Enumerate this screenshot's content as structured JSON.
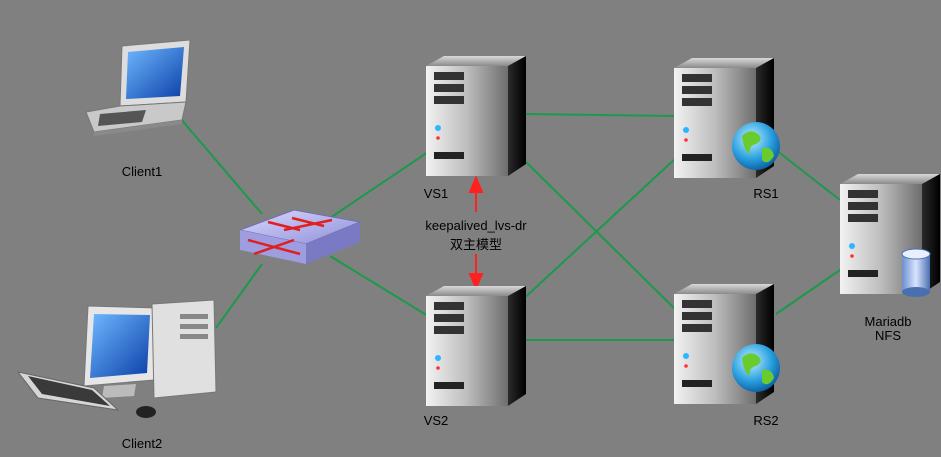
{
  "nodes": {
    "client1": {
      "label": "Client1"
    },
    "client2": {
      "label": "Client2"
    },
    "vs1": {
      "label": "VS1"
    },
    "vs2": {
      "label": "VS2"
    },
    "rs1": {
      "label": "RS1"
    },
    "rs2": {
      "label": "RS2"
    },
    "db": {
      "label_line1": "Mariadb",
      "label_line2": "NFS"
    }
  },
  "annotation": {
    "line1": "keepalived_lvs-dr",
    "line2": "双主模型"
  },
  "colors": {
    "background": "#808080",
    "link": "#1a9a4a",
    "heartbeat": "#ff2020"
  },
  "icons": [
    "laptop-icon",
    "desktop-pc-icon",
    "switch-icon",
    "server-icon",
    "globe-icon",
    "database-icon"
  ]
}
